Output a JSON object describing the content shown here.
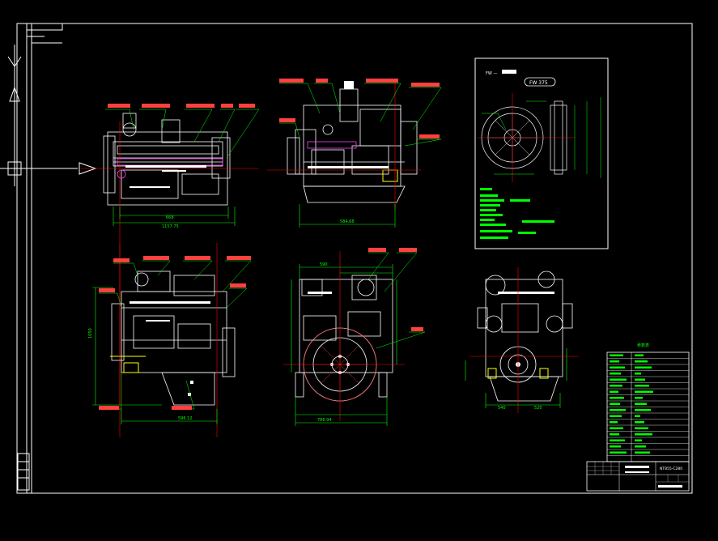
{
  "colors": {
    "background": "#000000",
    "frame": "#ffffff",
    "dimension": "#00ff00",
    "centerline": "#ff0000",
    "leader": "#00ff00",
    "label": "#ff4040",
    "highlight": "#ffff00",
    "magenta": "#ff40ff"
  },
  "views": {
    "top_view_dims": [
      "668",
      "1157.75"
    ],
    "side_view_dims": [
      "584.68"
    ],
    "front_view_dims": [
      "1050",
      "596.12"
    ],
    "rear_view_dims": [
      "590",
      "786.94"
    ],
    "far_view_dims": [
      "540",
      "520"
    ]
  },
  "inset": {
    "title": "FW —",
    "badge": "FW 375"
  },
  "titleblock": {
    "heading": "参数表",
    "drawing_no": "NT855-C280"
  }
}
